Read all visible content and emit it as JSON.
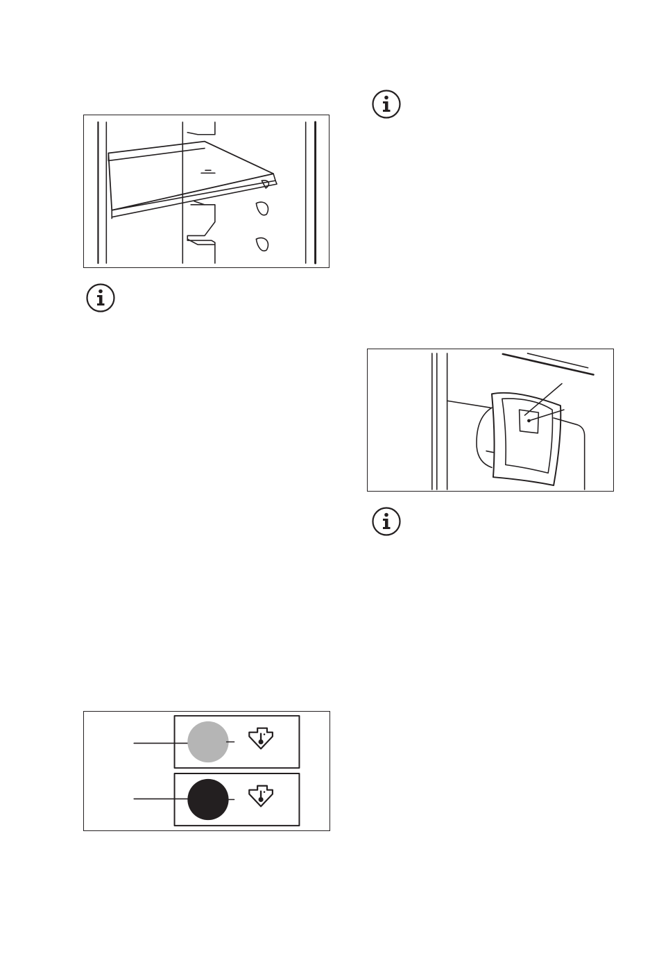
{
  "page": {
    "background": "#ffffff",
    "ink_color": "#231f20"
  },
  "figures": {
    "shelf": {
      "icon": "fridge-glass-shelf-illustration"
    },
    "indicator": {
      "icon": "temperature-indicator-panel",
      "rows": [
        {
          "indicator": "light-grey-circle",
          "color": "#b5b5b5",
          "symbol": "temperature-drop-icon"
        },
        {
          "indicator": "dark-circle",
          "color": "#231f20",
          "symbol": "temperature-drop-icon"
        }
      ]
    },
    "light": {
      "icon": "fridge-interior-light-illustration"
    }
  },
  "info_notes": [
    {
      "icon": "info-icon"
    },
    {
      "icon": "info-icon"
    },
    {
      "icon": "info-icon"
    }
  ]
}
